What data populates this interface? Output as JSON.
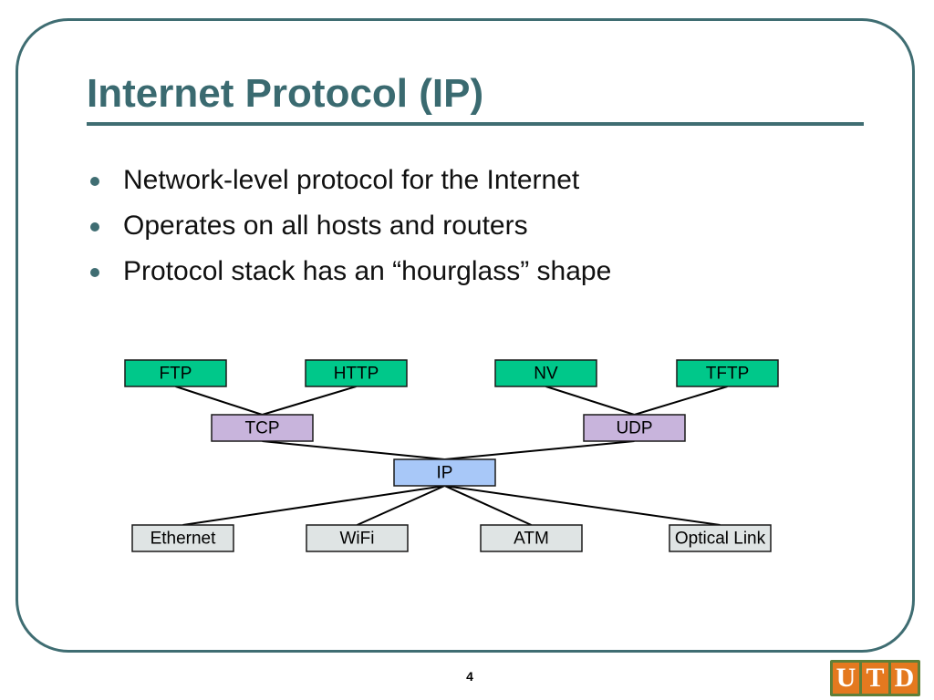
{
  "slide": {
    "title": "Internet Protocol (IP)",
    "bullets": [
      "Network-level protocol for the Internet",
      "Operates on all hosts and routers",
      "Protocol stack has an “hourglass” shape"
    ],
    "page_number": "4",
    "logo_letters": [
      "U",
      "T",
      "D"
    ],
    "colors": {
      "accent": "#3f6d72",
      "application_box": "#00c88a",
      "transport_box": "#c8b4dc",
      "network_box": "#a8c8f8",
      "link_box": "#dfe4e4",
      "logo_orange": "#e4791f",
      "logo_green": "#5f7f38"
    }
  },
  "diagram": {
    "nodes": [
      {
        "id": "ftp",
        "label": "FTP",
        "layer": "application"
      },
      {
        "id": "http",
        "label": "HTTP",
        "layer": "application"
      },
      {
        "id": "nv",
        "label": "NV",
        "layer": "application"
      },
      {
        "id": "tftp",
        "label": "TFTP",
        "layer": "application"
      },
      {
        "id": "tcp",
        "label": "TCP",
        "layer": "transport"
      },
      {
        "id": "udp",
        "label": "UDP",
        "layer": "transport"
      },
      {
        "id": "ip",
        "label": "IP",
        "layer": "network"
      },
      {
        "id": "ethernet",
        "label": "Ethernet",
        "layer": "link"
      },
      {
        "id": "wifi",
        "label": "WiFi",
        "layer": "link"
      },
      {
        "id": "atm",
        "label": "ATM",
        "layer": "link"
      },
      {
        "id": "optical",
        "label": "Optical Link",
        "layer": "link"
      }
    ],
    "edges": [
      [
        "ftp",
        "tcp"
      ],
      [
        "http",
        "tcp"
      ],
      [
        "nv",
        "udp"
      ],
      [
        "tftp",
        "udp"
      ],
      [
        "tcp",
        "ip"
      ],
      [
        "udp",
        "ip"
      ],
      [
        "ip",
        "ethernet"
      ],
      [
        "ip",
        "wifi"
      ],
      [
        "ip",
        "atm"
      ],
      [
        "ip",
        "optical"
      ]
    ]
  }
}
